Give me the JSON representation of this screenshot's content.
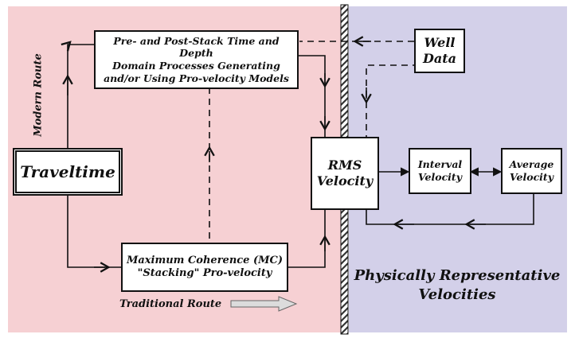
{
  "colors": {
    "left_region": "#f6d0d3",
    "right_region": "#d3d0e9",
    "line": "#111111",
    "hatch": "#333333",
    "arrow_fill": "#dcdcdc"
  },
  "boxes": {
    "top_process": {
      "line1": "Pre- and Post-Stack Time and Depth",
      "line2": "Domain Processes Generating",
      "line3": "and/or Using Pro-velocity Models"
    },
    "well_data": {
      "line1": "Well",
      "line2": "Data"
    },
    "traveltime": {
      "label": "Traveltime"
    },
    "rms_velocity": {
      "line1": "RMS",
      "line2": "Velocity"
    },
    "interval_velocity": {
      "line1": "Interval",
      "line2": "Velocity"
    },
    "average_velocity": {
      "line1": "Average",
      "line2": "Velocity"
    },
    "max_coherence": {
      "line1": "Maximum Coherence (MC)",
      "line2": "\"Stacking\" Pro-velocity"
    }
  },
  "labels": {
    "modern_route": "Modern Route",
    "traditional_route": "Traditional Route",
    "physically_line1": "Physically Representative",
    "physically_line2": "Velocities"
  },
  "icons": {
    "traditional_arrow": "right-block-arrow-icon"
  }
}
